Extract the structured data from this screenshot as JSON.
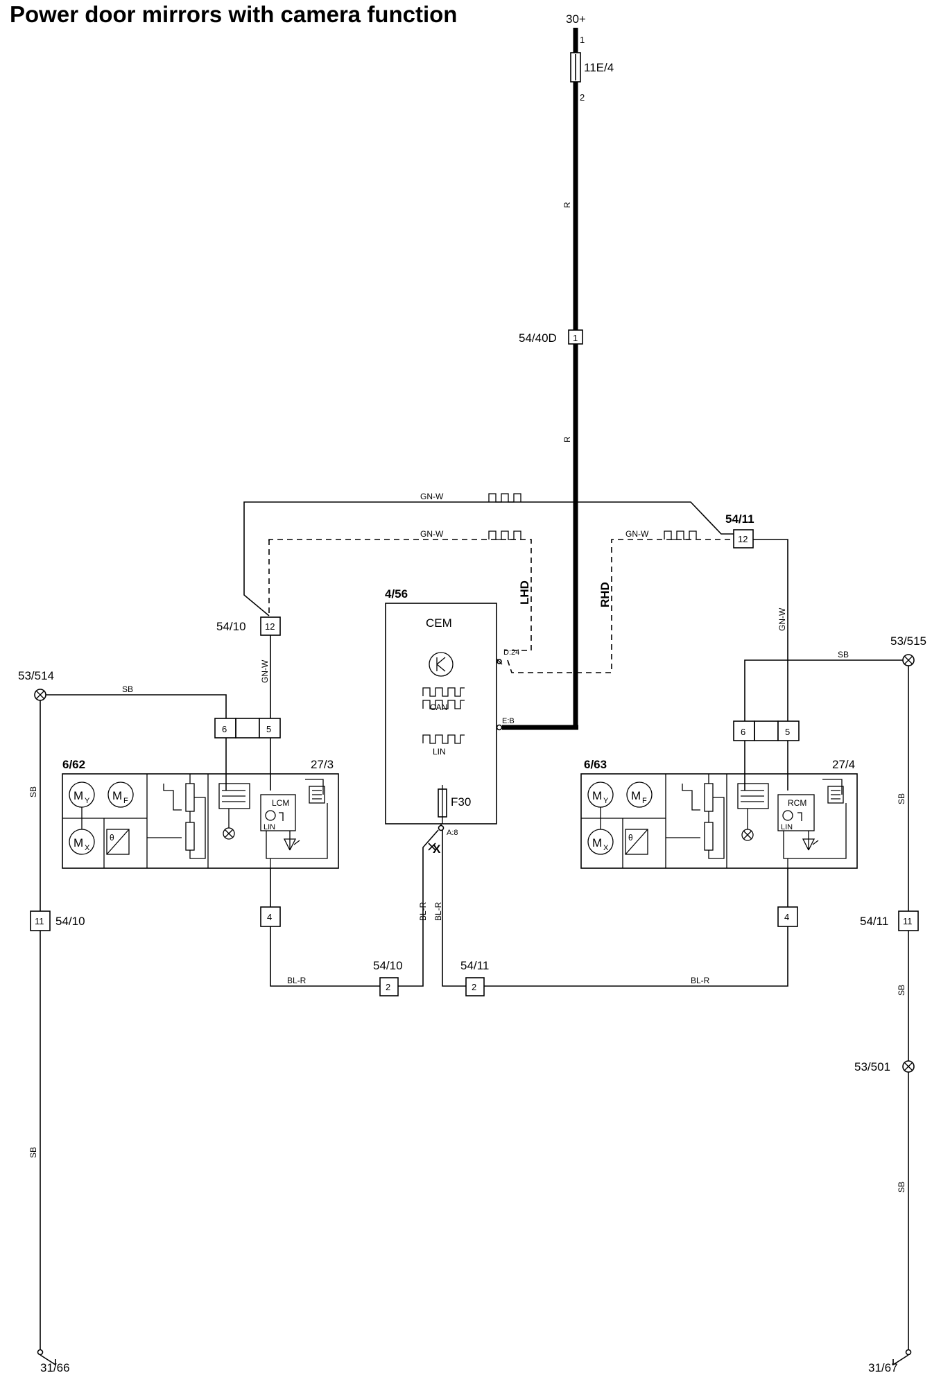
{
  "title": "Power door mirrors with camera function",
  "labels": {
    "supply": "30+",
    "fuse_main": "11E/4",
    "fuse_pin1": "1",
    "fuse_pin2": "2",
    "wire_r": "R",
    "conn_4040d": "54/40D",
    "pin_1": "1",
    "gnw": "GN-W",
    "lhd": "LHD",
    "rhd": "RHD",
    "conn_5411": "54/11",
    "conn_5410": "54/10",
    "pin_12": "12",
    "cem_id": "4/56",
    "cem_name": "CEM",
    "can": "CAN",
    "lin": "LIN",
    "d24": "D:24",
    "eb": "E:B",
    "f30": "F30",
    "a8": "A:8",
    "x": "X",
    "sb": "SB",
    "ground_left": "53/514",
    "ground_right": "53/515",
    "ground_right2": "53/501",
    "pin_6": "6",
    "pin_5": "5",
    "pin_4": "4",
    "pin_2": "2",
    "pin_11": "11",
    "mirror_left": "6/62",
    "mirror_right": "6/63",
    "module_left_id": "27/3",
    "module_right_id": "27/4",
    "lcm": "LCM",
    "rcm": "RCM",
    "bl_r": "BL-R",
    "motor_m": "M",
    "sub_y": "Y",
    "sub_f": "F",
    "sub_x": "X",
    "theta": "θ",
    "earth_left": "31/66",
    "earth_right": "31/67"
  }
}
